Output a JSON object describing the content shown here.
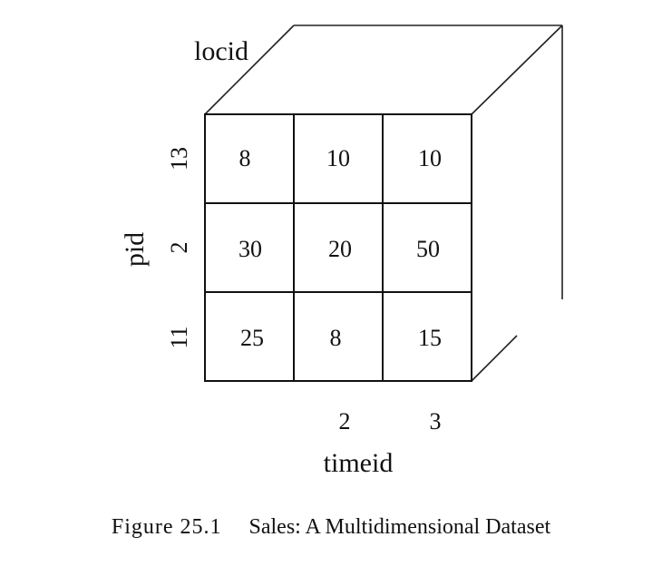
{
  "cube": {
    "rows": [
      {
        "pid": "13",
        "cells": [
          "8",
          "10",
          "10"
        ]
      },
      {
        "pid": "2",
        "cells": [
          "30",
          "20",
          "50"
        ]
      },
      {
        "pid": "11",
        "cells": [
          "25",
          "8",
          "15"
        ]
      }
    ],
    "timeid_ticks": [
      "2",
      "3"
    ],
    "axis_labels": {
      "pid": "pid",
      "timeid": "timeid",
      "locid": "locid"
    }
  },
  "caption": {
    "number": "Figure 25.1",
    "text": "Sales: A Multidimensional Dataset"
  }
}
